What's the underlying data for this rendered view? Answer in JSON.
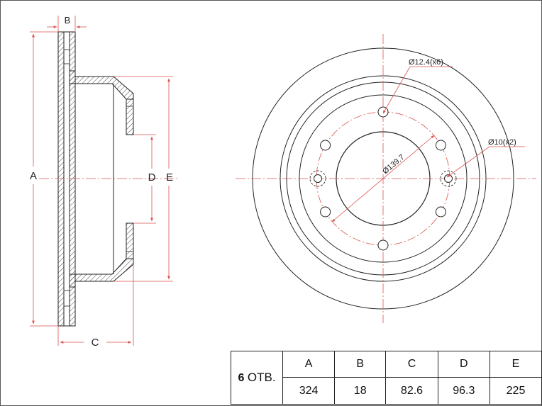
{
  "dimensions": {
    "labels": {
      "a": "A",
      "b": "B",
      "c": "C",
      "d": "D",
      "e": "E"
    },
    "callouts": {
      "bolt_hole": "Ø12.4(x6)",
      "pilot_hole": "Ø10(x2)",
      "pcd": "Ø139.7"
    }
  },
  "spec_table": {
    "holes_count": "6",
    "holes_unit": "ОТВ.",
    "headers": [
      "A",
      "B",
      "C",
      "D",
      "E"
    ],
    "values": [
      "324",
      "18",
      "82.6",
      "96.3",
      "225"
    ]
  },
  "geometry": {
    "bolt_holes": 6,
    "pilot_holes": 2
  },
  "colors": {
    "line": "#222222",
    "center_line": "#d9534f",
    "hatch": "#333333"
  }
}
